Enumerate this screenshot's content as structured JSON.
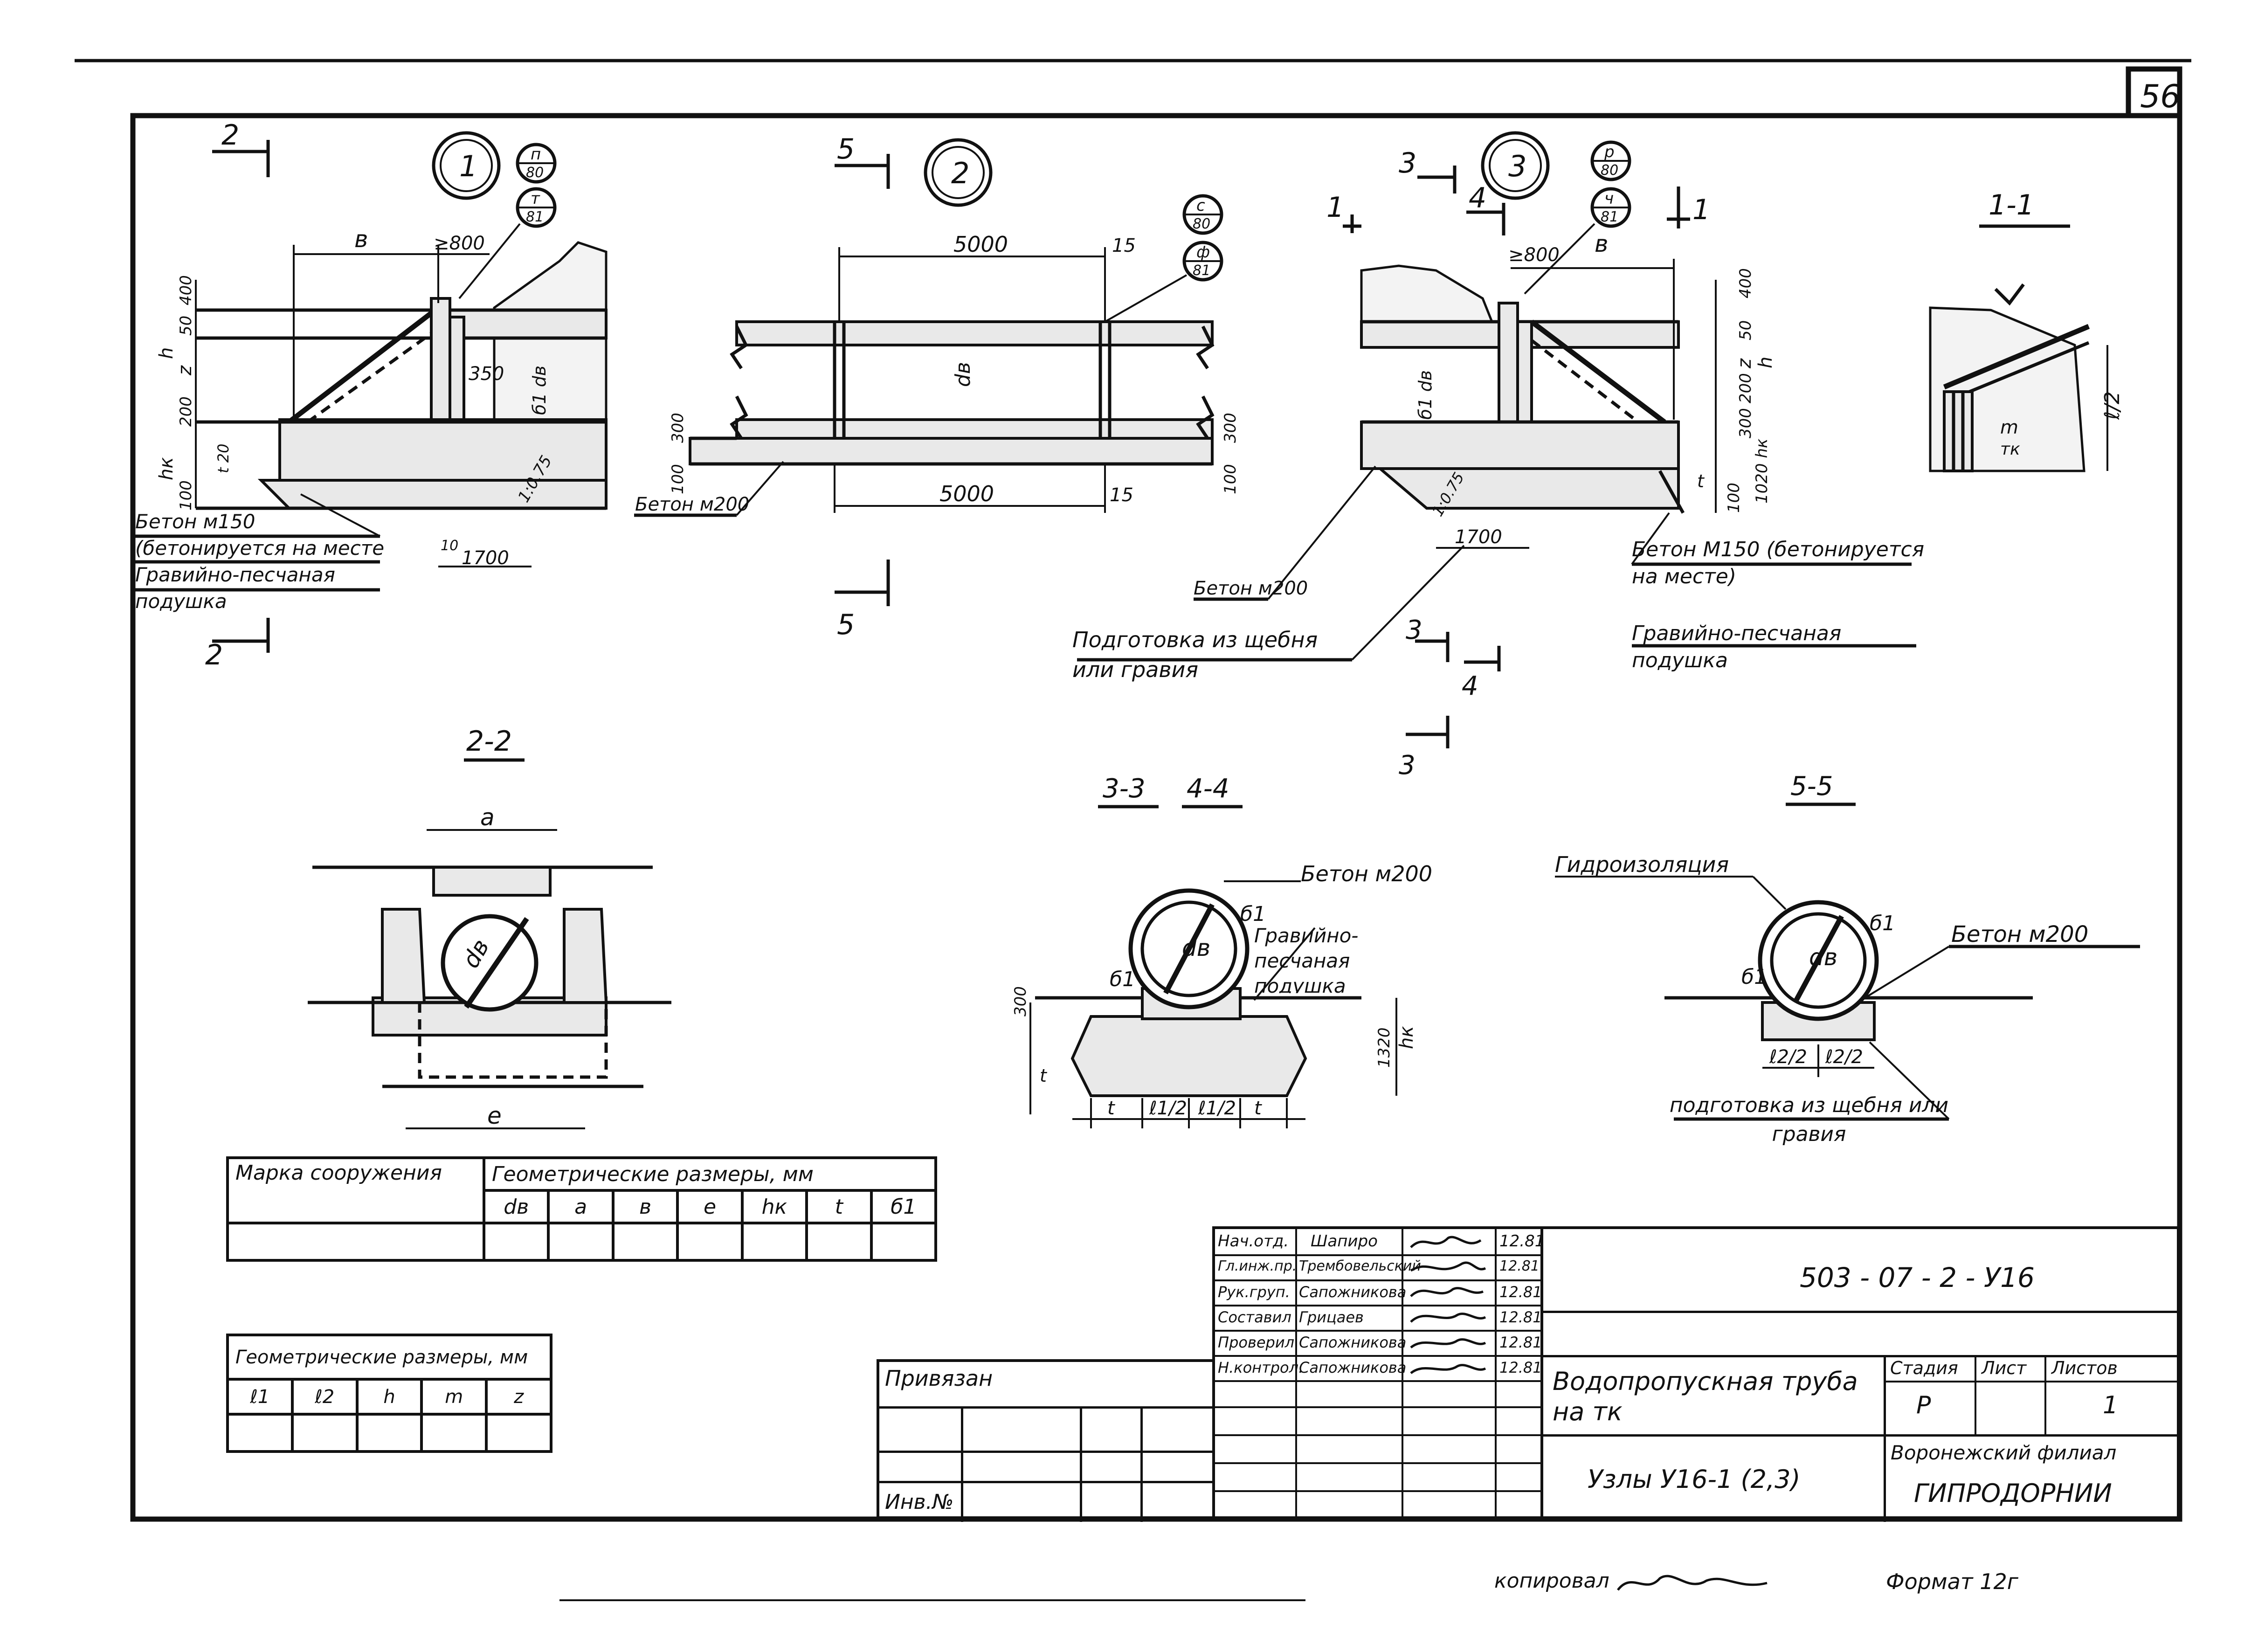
{
  "sheet_number": "56",
  "nodes": {
    "node1": {
      "number": "1",
      "section_mark": "2",
      "refs": [
        {
          "top": "п",
          "bottom": "80"
        },
        {
          "top": "т",
          "bottom": "81"
        }
      ],
      "dims": {
        "b": "в",
        "min": "≥800",
        "h400": "400",
        "h50": "50",
        "z": "z",
        "h": "h",
        "d350": "350",
        "db": "б1 dв",
        "h200": "200",
        "hk": "hк",
        "h100": "100",
        "t20": "t 20",
        "w1700": "1700",
        "slope": "1:0.75",
        "ten": "10"
      },
      "note_concrete": "Бетон м150 (бетонируется на месте",
      "note_cushion": "Гравийно-песчаная подушка"
    },
    "node2": {
      "number": "2",
      "section_mark": "5",
      "refs": [
        {
          "top": "с",
          "bottom": "80"
        },
        {
          "top": "ф",
          "bottom": "81"
        }
      ],
      "dims": {
        "top5000": "5000",
        "bottom5000": "5000",
        "gap15a": "15",
        "gap15b": "15",
        "db": "dв",
        "h300a": "300",
        "h300b": "300",
        "h100a": "100",
        "h100b": "100"
      },
      "note_concrete": "Бетон м200"
    },
    "node3": {
      "number": "3",
      "section_marks": [
        "1",
        "3",
        "4"
      ],
      "refs": [
        {
          "top": "р",
          "bottom": "80"
        },
        {
          "top": "ч",
          "bottom": "81"
        }
      ],
      "dims": {
        "min": "≥800",
        "b": "в",
        "h400": "400",
        "h50": "50",
        "z": "z",
        "h": "h",
        "db": "б1 dв",
        "h200": "200",
        "h300": "300",
        "hk": "1020 hк",
        "h100": "100",
        "t": "t",
        "w1700": "1700",
        "slope": "1:0.75"
      },
      "note_concrete_m200": "Бетон м200",
      "note_concrete_m150": "Бетон М150 (бетонируется на месте)",
      "note_prep": "Подготовка из щебня или гравия",
      "note_cushion": "Гравийно-песчаная подушка"
    }
  },
  "sections": {
    "s11": {
      "title": "1-1",
      "dims": {
        "l2": "ℓ/2",
        "m": "m",
        "tk": "тк"
      }
    },
    "s22": {
      "title": "2-2",
      "dims": {
        "a": "a",
        "e": "e",
        "db": "dв"
      }
    },
    "s33": {
      "title_a": "3-3",
      "title_b": "4-4",
      "dims": {
        "db": "dв",
        "d1a": "б1",
        "d1b": "б1",
        "h300": "300",
        "t": "t",
        "h1320": "1320",
        "hk": "hк",
        "bottom": [
          "t",
          "ℓ1/2",
          "ℓ1/2",
          "t"
        ]
      },
      "note_concrete": "Бетон м200",
      "note_cushion": "Гравийно-песчаная подушка"
    },
    "s55": {
      "title": "5-5",
      "dims": {
        "db": "dв",
        "d1a": "б1",
        "d1b": "б1",
        "bottom": [
          "ℓ2/2",
          "ℓ2/2"
        ]
      },
      "note_waterproof": "Гидроизоляция",
      "note_concrete": "Бетон м200",
      "note_prep": "подготовка из щебня или гравия"
    }
  },
  "table_main": {
    "col1_header": "Марка сооружения",
    "group_header": "Геометрические размеры, мм",
    "columns": [
      "dв",
      "a",
      "в",
      "e",
      "hк",
      "t",
      "б1"
    ],
    "rows": [
      [
        "",
        "",
        "",
        "",
        "",
        "",
        "",
        ""
      ]
    ]
  },
  "table_small": {
    "group_header": "Геометрические размеры, мм",
    "columns": [
      "ℓ1",
      "ℓ2",
      "h",
      "m",
      "z"
    ],
    "rows": [
      [
        "",
        "",
        "",
        "",
        ""
      ]
    ]
  },
  "title_block": {
    "bound_label": "Привязан",
    "inv_label": "Инв.№",
    "signatures": [
      {
        "role": "Нач.отд.",
        "name": "Шапиро",
        "date": "12.81"
      },
      {
        "role": "Гл.инж.пр.",
        "name": "Трембовельский",
        "date": "12.81"
      },
      {
        "role": "Рук.груп.",
        "name": "Сапожникова",
        "date": "12.81"
      },
      {
        "role": "Составил",
        "name": "Грицаев",
        "date": "12.81"
      },
      {
        "role": "Проверил",
        "name": "Сапожникова",
        "date": "12.81"
      },
      {
        "role": "Н.контрол.",
        "name": "Сапожникова",
        "date": "12.81"
      }
    ],
    "doc_code": "503 - 07 - 2 - У16",
    "title_line1": "Водопропускная труба",
    "title_line2": "на тк",
    "subtitle": "Узлы У16-1 (2,3)",
    "stage_label": "Стадия",
    "sheet_label": "Лист",
    "sheets_label": "Листов",
    "stage_value": "Р",
    "sheet_value": "",
    "sheets_value": "1",
    "org_line1": "Воронежский филиал",
    "org_line2": "ГИПРОДОРНИИ"
  },
  "footer": {
    "copied_by": "копировал",
    "format": "Формат 12г"
  }
}
